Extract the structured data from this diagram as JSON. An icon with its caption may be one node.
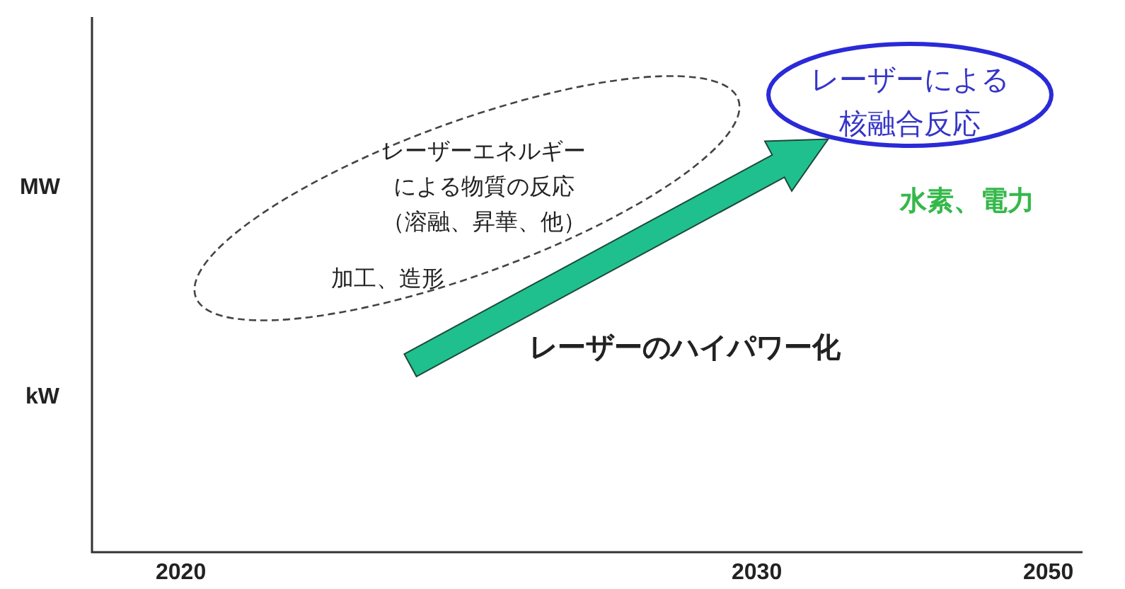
{
  "diagram": {
    "nodes": [
      {
        "text": [
          "レーザーエネルギーによる物質の反応（溶融、昇華、他）",
          "加工、造形"
        ]
      },
      {
        "text": [
          "レーザーによる核融合反応"
        ],
        "beside": [
          "水素、電力"
        ]
      }
    ],
    "edges": [
      {
        "from": null,
        "to": 1,
        "arrow": "to",
        "label": "レーザーのハイパワー化",
        "style": "thick",
        "color": "#1fc08e"
      }
    ],
    "labels": [
      "MW",
      "kW",
      "2020",
      "2030",
      "2050"
    ]
  }
}
